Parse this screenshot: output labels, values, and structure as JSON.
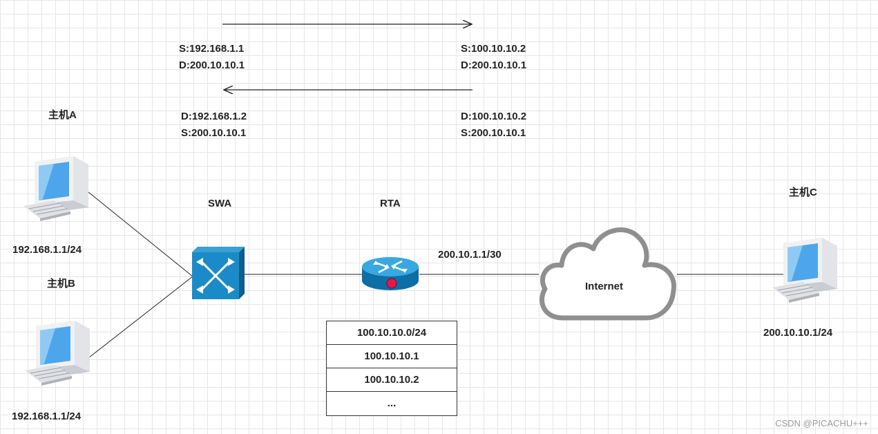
{
  "flows": {
    "outbound": {
      "src_before": "S:192.168.1.1",
      "dst_before": "D:200.10.10.1",
      "src_after": "S:100.10.10.2",
      "dst_after": "D:200.10.10.1"
    },
    "inbound": {
      "dst_before": "D:192.168.1.2",
      "src_before": "S:200.10.10.1",
      "dst_after": "D:100.10.10.2",
      "src_after": "S:200.10.10.1"
    }
  },
  "hosts": {
    "a": {
      "name": "主机A",
      "ip": "192.168.1.1/24"
    },
    "b": {
      "name": "主机B",
      "ip": "192.168.1.1/24"
    },
    "c": {
      "name": "主机C",
      "ip": "200.10.10.1/24"
    }
  },
  "devices": {
    "switch": {
      "name": "SWA"
    },
    "router": {
      "name": "RTA",
      "wan_ip": "200.10.1.1/30"
    },
    "cloud": {
      "name": "Internet"
    }
  },
  "nat_pool": [
    "100.10.10.0/24",
    "100.10.10.1",
    "100.10.10.2",
    "..."
  ],
  "watermark": "CSDN @PICACHU+++"
}
